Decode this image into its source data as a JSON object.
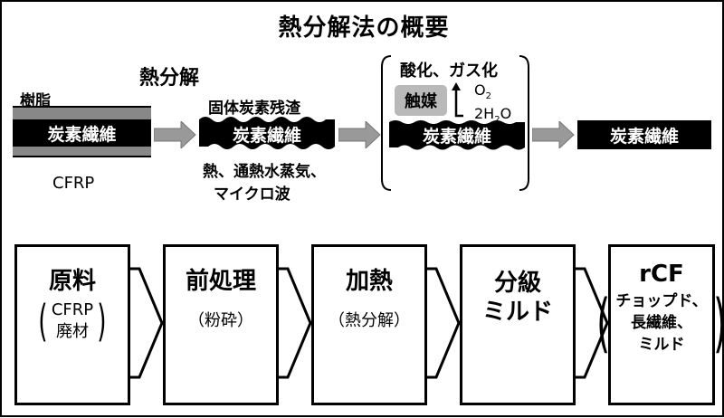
{
  "title": "熱分解法の概要",
  "top": {
    "resin_label": "樹脂",
    "cfrp_label": "CFRP",
    "pyrolysis_label": "熱分解",
    "char_label": "固体炭素残渣",
    "fiber_label": "炭素繊維",
    "heat_sources": [
      "熱、通熱水蒸気、",
      "マイクロ波"
    ],
    "oxidation_label": "酸化、ガス化",
    "catalyst_label": "触媒",
    "o2_label": "O",
    "o2_sub": "2",
    "h2o_a": "2H",
    "h2o_sub": "2",
    "h2o_b": "O"
  },
  "process_boxes": [
    {
      "head": "原料",
      "sub": [
        "CFRP",
        "廃材"
      ],
      "sub_parens": true
    },
    {
      "head": "前処理",
      "sub": [
        "（粉砕）"
      ],
      "sub_parens": false
    },
    {
      "head": "加熱",
      "sub": [
        "（熱分解）"
      ],
      "sub_parens": false
    },
    {
      "head": "分級\nミルド",
      "sub": [],
      "sub_parens": false
    },
    {
      "head": "rCF",
      "sub": [
        "チョップド、",
        "長繊維、",
        "ミルド"
      ],
      "sub_parens": true
    }
  ],
  "colors": {
    "fiber": "#000000",
    "resin": "#888888",
    "catalyst": "#b9b9b9",
    "arrow_fill": "#999999"
  }
}
